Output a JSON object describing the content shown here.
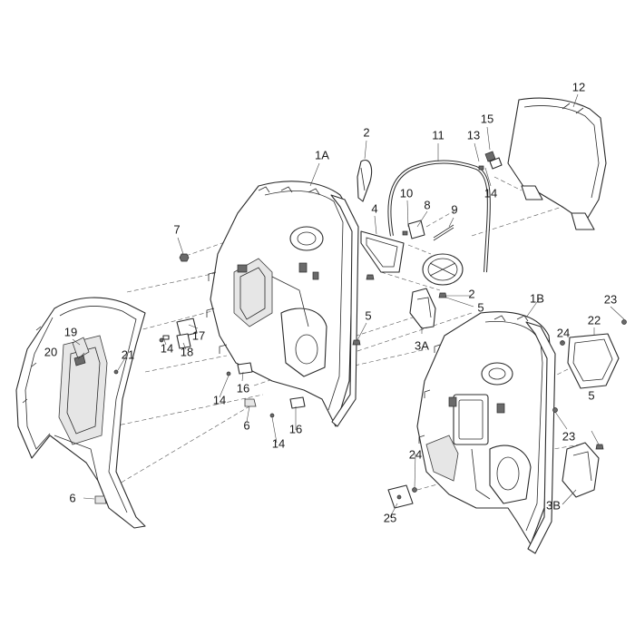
{
  "callouts": [
    {
      "id": "c-12",
      "text": "12"
    },
    {
      "id": "c-15",
      "text": "15"
    },
    {
      "id": "c-13",
      "text": "13"
    },
    {
      "id": "c-14a",
      "text": "14"
    },
    {
      "id": "c-11",
      "text": "11"
    },
    {
      "id": "c-2a",
      "text": "2"
    },
    {
      "id": "c-1a",
      "text": "1A"
    },
    {
      "id": "c-10",
      "text": "10"
    },
    {
      "id": "c-8",
      "text": "8"
    },
    {
      "id": "c-9",
      "text": "9"
    },
    {
      "id": "c-4",
      "text": "4"
    },
    {
      "id": "c-7",
      "text": "7"
    },
    {
      "id": "c-2b",
      "text": "2"
    },
    {
      "id": "c-5a",
      "text": "5"
    },
    {
      "id": "c-23a",
      "text": "23"
    },
    {
      "id": "c-1b",
      "text": "1B"
    },
    {
      "id": "c-22",
      "text": "22"
    },
    {
      "id": "c-24a",
      "text": "24"
    },
    {
      "id": "c-3a",
      "text": "3A"
    },
    {
      "id": "c-5b",
      "text": "5"
    },
    {
      "id": "c-19",
      "text": "19"
    },
    {
      "id": "c-21",
      "text": "21"
    },
    {
      "id": "c-20",
      "text": "20"
    },
    {
      "id": "c-17",
      "text": "17"
    },
    {
      "id": "c-14b",
      "text": "14"
    },
    {
      "id": "c-18",
      "text": "18"
    },
    {
      "id": "c-14c",
      "text": "14"
    },
    {
      "id": "c-16a",
      "text": "16"
    },
    {
      "id": "c-6a",
      "text": "6"
    },
    {
      "id": "c-16b",
      "text": "16"
    },
    {
      "id": "c-14d",
      "text": "14"
    },
    {
      "id": "c-23b",
      "text": "23"
    },
    {
      "id": "c-5c",
      "text": "5"
    },
    {
      "id": "c-24b",
      "text": "24"
    },
    {
      "id": "c-25",
      "text": "25"
    },
    {
      "id": "c-3b",
      "text": "3B"
    },
    {
      "id": "c-6b",
      "text": "6"
    }
  ]
}
